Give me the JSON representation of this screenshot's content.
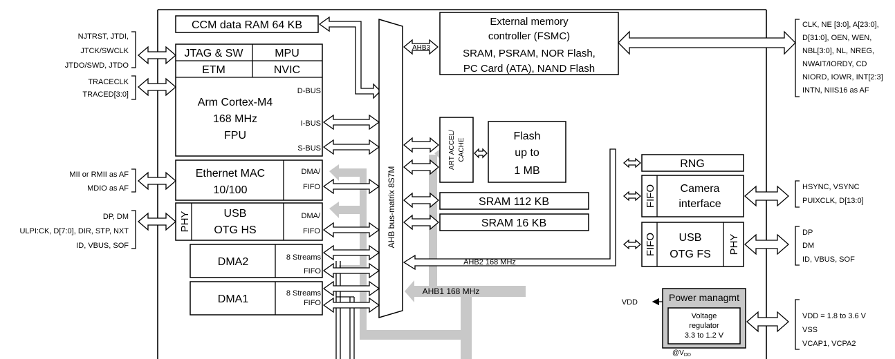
{
  "left_signals": {
    "jtag": [
      "NJTRST, JTDI,",
      "JTCK/SWCLK",
      "JTDO/SWD, JTDO"
    ],
    "trace": [
      "TRACECLK",
      "TRACED[3:0]"
    ],
    "eth": [
      "MII or RMII as AF",
      "MDIO as AF"
    ],
    "usbhs": [
      "DP, DM",
      "ULPI:CK, D[7:0], DIR, STP, NXT",
      "ID, VBUS, SOF"
    ]
  },
  "right_signals": {
    "fsmc": [
      "CLK, NE [3:0], A[23:0],",
      "D[31:0], OEN, WEN,",
      "NBL[3:0], NL, NREG,",
      "NWAIT/IORDY, CD",
      "NIORD, IOWR, INT[2:3]",
      "INTN, NIIS16 as AF"
    ],
    "camera": [
      "HSYNC, VSYNC",
      "PUIXCLK, D[13:0]"
    ],
    "usbfs": [
      "DP",
      "DM",
      "ID, VBUS, SOF"
    ],
    "power": [
      "VDD = 1.8 to 3.6 V",
      "VSS",
      "VCAP1, VCPA2"
    ]
  },
  "blocks": {
    "ccm": "CCM data RAM 64 KB",
    "jtag_sw": "JTAG & SW",
    "mpu": "MPU",
    "etm": "ETM",
    "nvic": "NVIC",
    "cpu": [
      "Arm Cortex-M4",
      "168 MHz",
      "FPU"
    ],
    "dbus": "D-BUS",
    "ibus": "I-BUS",
    "sbus": "S-BUS",
    "eth": [
      "Ethernet MAC",
      "10/100"
    ],
    "dma_slash": "DMA/",
    "fifo": "FIFO",
    "phy": "PHY",
    "usbhs": [
      "USB",
      "OTG HS"
    ],
    "dma2": "DMA2",
    "dma1": "DMA1",
    "streams": "8 Streams",
    "bus_matrix": "AHB bus-matrix 8S7M",
    "ahb3": "AHB3",
    "fsmc": [
      "External memory",
      "controller (FSMC)",
      "SRAM, PSRAM, NOR Flash,",
      "PC Card (ATA), NAND Flash"
    ],
    "art": [
      "ART ACCEL/",
      "CACHE"
    ],
    "flash": [
      "Flash",
      "up to",
      "1 MB"
    ],
    "sram112": "SRAM 112 KB",
    "sram16": "SRAM 16 KB",
    "rng": "RNG",
    "camera": [
      "Camera",
      "interface"
    ],
    "usbfs": [
      "USB",
      "OTG FS"
    ],
    "ahb2": "AHB2 168 MHz",
    "ahb1": "AHB1 168 MHz",
    "vdd_out": "VDD",
    "power": "Power managmt",
    "regulator": [
      "Voltage",
      "regulator",
      "3.3 to 1.2 V"
    ],
    "vdd_at": "@V",
    "vdd_at_sub": "DD"
  }
}
